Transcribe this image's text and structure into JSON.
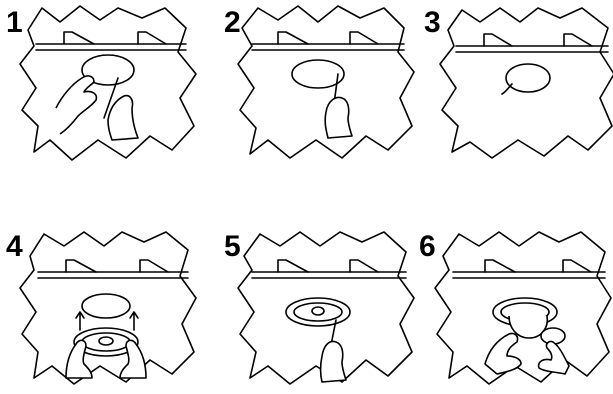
{
  "steps": [
    {
      "number": "1",
      "action": "cut-seal"
    },
    {
      "number": "2",
      "action": "cut-seal"
    },
    {
      "number": "3",
      "action": "seal-removed"
    },
    {
      "number": "4",
      "action": "fit-ring"
    },
    {
      "number": "5",
      "action": "cut-ring-tab"
    },
    {
      "number": "6",
      "action": "insert-unit"
    }
  ],
  "colors": {
    "ink": "#000000",
    "paper": "#ffffff"
  }
}
